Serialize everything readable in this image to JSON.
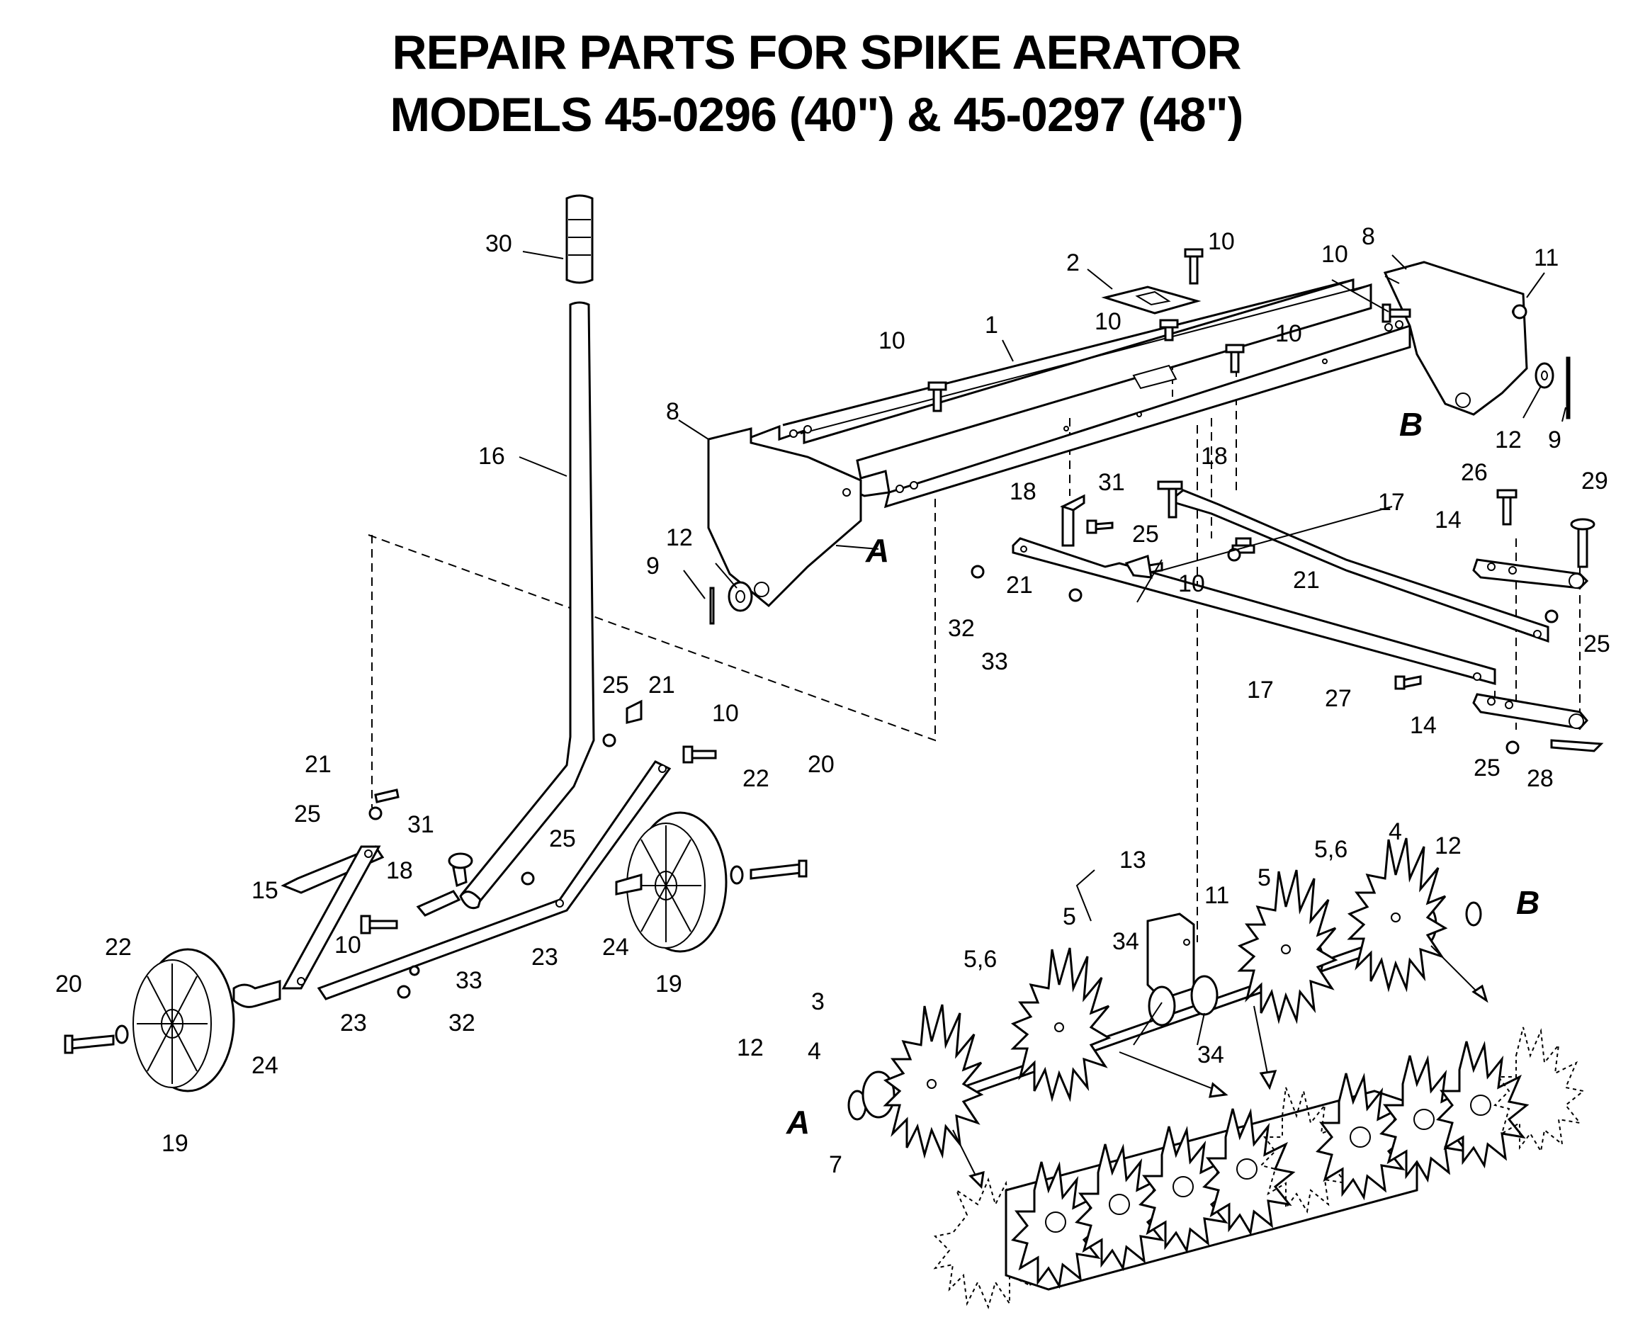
{
  "title": {
    "line1": "REPAIR PARTS FOR SPIKE AERATOR",
    "line2": "MODELS 45-0296 (40\") & 45-0297 (48\")"
  },
  "refs": {
    "A": "A",
    "B": "B"
  },
  "callouts": {
    "c1": "1",
    "c2": "2",
    "c3": "3",
    "c4a": "4",
    "c4b": "4",
    "c5a": "5",
    "c5b": "5",
    "c56a": "5,6",
    "c56b": "5,6",
    "c7": "7",
    "c8a": "8",
    "c8b": "8",
    "c9a": "9",
    "c9b": "9",
    "c10a": "10",
    "c10b": "10",
    "c10c": "10",
    "c10d": "10",
    "c10e": "10",
    "c10f": "10",
    "c10g": "10",
    "c10h": "10",
    "c11a": "11",
    "c11b": "11",
    "c12a": "12",
    "c12b": "12",
    "c12c": "12",
    "c12d": "12",
    "c13": "13",
    "c14a": "14",
    "c14b": "14",
    "c15": "15",
    "c16": "16",
    "c17a": "17",
    "c17b": "17",
    "c18a": "18",
    "c18b": "18",
    "c18c": "18",
    "c19a": "19",
    "c19b": "19",
    "c20a": "20",
    "c20b": "20",
    "c21a": "21",
    "c21b": "21",
    "c21c": "21",
    "c21d": "21",
    "c22a": "22",
    "c22b": "22",
    "c23a": "23",
    "c23b": "23",
    "c24a": "24",
    "c24b": "24",
    "c25a": "25",
    "c25b": "25",
    "c25c": "25",
    "c25d": "25",
    "c25e": "25",
    "c25f": "25",
    "c26": "26",
    "c27": "27",
    "c28": "28",
    "c29": "29",
    "c30": "30",
    "c31a": "31",
    "c31b": "31",
    "c32a": "32",
    "c32b": "32",
    "c33a": "33",
    "c33b": "33",
    "c34a": "34",
    "c34b": "34"
  }
}
